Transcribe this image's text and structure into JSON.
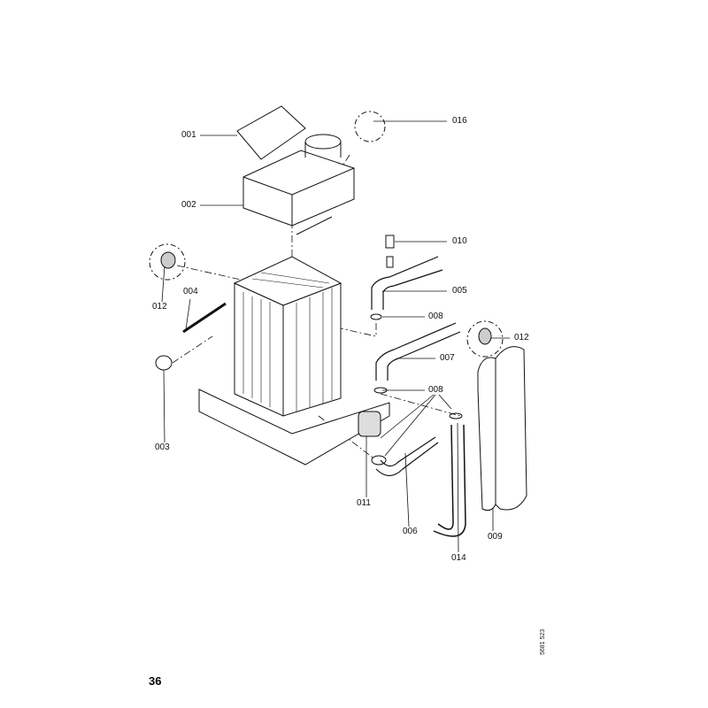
{
  "diagram": {
    "parts": [
      {
        "id": "p001",
        "label": "001"
      },
      {
        "id": "p002",
        "label": "002"
      },
      {
        "id": "p016",
        "label": "016"
      },
      {
        "id": "p010",
        "label": "010"
      },
      {
        "id": "p005",
        "label": "005"
      },
      {
        "id": "p008a",
        "label": "008"
      },
      {
        "id": "p004",
        "label": "004"
      },
      {
        "id": "p012a",
        "label": "012"
      },
      {
        "id": "p003",
        "label": "003"
      },
      {
        "id": "p007",
        "label": "007"
      },
      {
        "id": "p008b",
        "label": "008"
      },
      {
        "id": "p012b",
        "label": "012"
      },
      {
        "id": "p011",
        "label": "011"
      },
      {
        "id": "p006",
        "label": "006"
      },
      {
        "id": "p014",
        "label": "014"
      },
      {
        "id": "p009",
        "label": "009"
      }
    ]
  },
  "page_number": "36",
  "drawing_code": "5681 523"
}
